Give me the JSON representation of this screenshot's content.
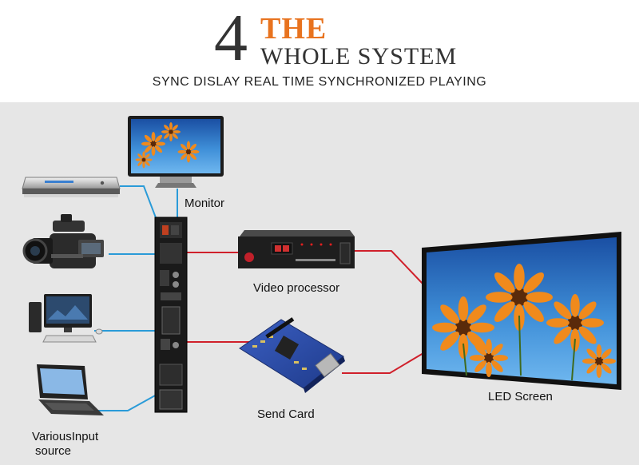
{
  "header": {
    "number": "4",
    "line1": "THE",
    "line2": "WHOLE SYSTEM",
    "subtitle": "SYNC DISLAY REAL TIME SYNCHRONIZED PLAYING"
  },
  "labels": {
    "monitor": "Monitor",
    "video_processor": "Video processor",
    "send_card": "Send Card",
    "led_screen": "LED Screen",
    "input_line1": "VariousInput",
    "input_line2": "source"
  },
  "icons": [
    "dvd-player-icon",
    "video-camera-icon",
    "desktop-computer-icon",
    "laptop-icon",
    "monitor-icon",
    "switcher-unit-icon",
    "video-processor-icon",
    "send-card-icon",
    "led-screen-icon"
  ],
  "colors": {
    "accent": "#e8731f",
    "blue_line": "#2a9bd8",
    "red_line": "#d0202b",
    "background": "#e6e6e6"
  }
}
